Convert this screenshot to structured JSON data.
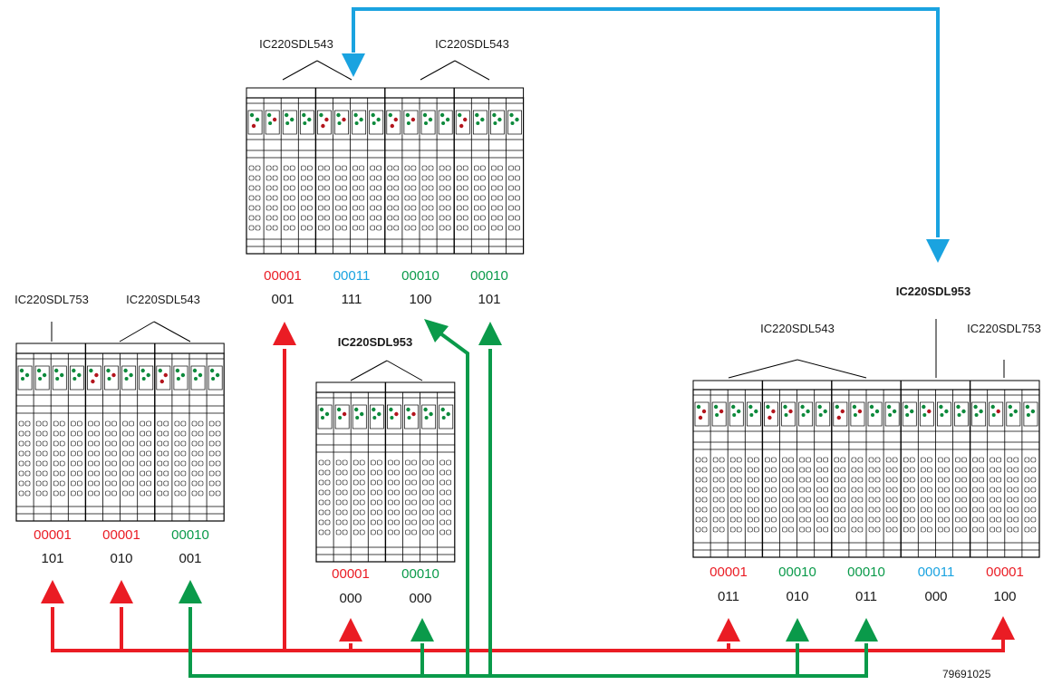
{
  "colors": {
    "red": "#ea1c24",
    "green": "#0a9a4a",
    "blue": "#1aa3e0",
    "ledRed": "#b3141c",
    "ledGreen": "#0d8a3c",
    "line": "#000000"
  },
  "figure_number": "79691025",
  "stations": [
    {
      "id": "top",
      "modules": [
        {
          "label": "IC220SDL543",
          "bold": false
        },
        {
          "label": "IC220SDL543",
          "bold": false
        }
      ],
      "groups": [
        {
          "code": "00001",
          "color": "red",
          "bits": "001"
        },
        {
          "code": "00011",
          "color": "blue",
          "bits": "111"
        },
        {
          "code": "00010",
          "color": "green",
          "bits": "100"
        },
        {
          "code": "00010",
          "color": "green",
          "bits": "101"
        }
      ]
    },
    {
      "id": "left",
      "modules": [
        {
          "label": "IC220SDL753",
          "bold": false
        },
        {
          "label": "IC220SDL543",
          "bold": false
        }
      ],
      "groups": [
        {
          "code": "00001",
          "color": "red",
          "bits": "101"
        },
        {
          "code": "00001",
          "color": "red",
          "bits": "010"
        },
        {
          "code": "00010",
          "color": "green",
          "bits": "001"
        }
      ]
    },
    {
      "id": "middle",
      "modules": [
        {
          "label": "IC220SDL953",
          "bold": true
        }
      ],
      "groups": [
        {
          "code": "00001",
          "color": "red",
          "bits": "000"
        },
        {
          "code": "00010",
          "color": "green",
          "bits": "000"
        }
      ]
    },
    {
      "id": "right",
      "modules": [
        {
          "label": "IC220SDL953",
          "bold": true
        },
        {
          "label": "IC220SDL543",
          "bold": false
        },
        {
          "label": "IC220SDL753",
          "bold": false
        }
      ],
      "groups": [
        {
          "code": "00001",
          "color": "red",
          "bits": "011"
        },
        {
          "code": "00010",
          "color": "green",
          "bits": "010"
        },
        {
          "code": "00010",
          "color": "green",
          "bits": "011"
        },
        {
          "code": "00011",
          "color": "blue",
          "bits": "000"
        },
        {
          "code": "00001",
          "color": "red",
          "bits": "100"
        }
      ]
    }
  ]
}
